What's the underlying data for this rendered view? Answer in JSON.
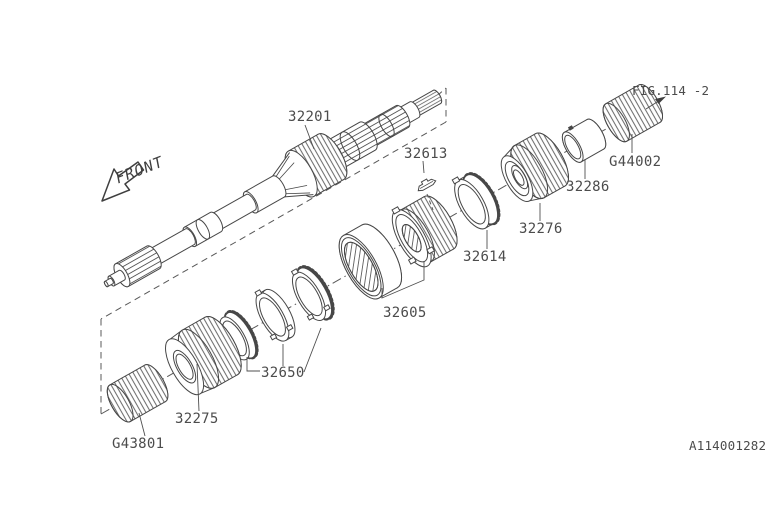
{
  "diagram": {
    "front_label": "FRONT",
    "figure_ref": "FIG.114 -2",
    "drawing_number": "A114001282"
  },
  "part_labels": {
    "main_shaft": "32201",
    "shifter_key": "32613",
    "hub_assembly": "32605",
    "baulk_ring_set": "32650",
    "front_gear": "32275",
    "front_needle_bearing": "G43801",
    "baulk_ring": "32614",
    "rear_gear": "32276",
    "bushing": "32286",
    "rear_needle_bearing": "G44002"
  }
}
